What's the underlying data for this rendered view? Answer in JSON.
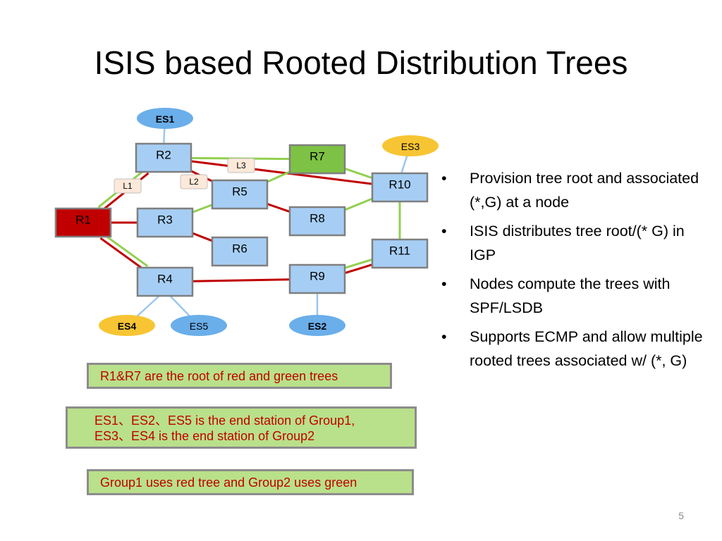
{
  "slide": {
    "title": "ISIS based Rooted Distribution Trees",
    "page_number": "5"
  },
  "colors": {
    "red_tree": "#c00000",
    "green_tree": "#92d050",
    "router_fill": "#a6cef5",
    "root_red_fill": "#c00000",
    "root_green_fill": "#7dc244",
    "station_blue": "#6aaeea",
    "station_yellow": "#f7c533",
    "note_fill": "#b9e08a"
  },
  "diagram": {
    "routers": [
      {
        "id": "R1",
        "label": "R1",
        "role": "red-root"
      },
      {
        "id": "R2",
        "label": "R2",
        "role": "router"
      },
      {
        "id": "R3",
        "label": "R3",
        "role": "router"
      },
      {
        "id": "R4",
        "label": "R4",
        "role": "router"
      },
      {
        "id": "R5",
        "label": "R5",
        "role": "router"
      },
      {
        "id": "R6",
        "label": "R6",
        "role": "router"
      },
      {
        "id": "R7",
        "label": "R7",
        "role": "green-root"
      },
      {
        "id": "R8",
        "label": "R8",
        "role": "router"
      },
      {
        "id": "R9",
        "label": "R9",
        "role": "router"
      },
      {
        "id": "R10",
        "label": "R10",
        "role": "router"
      },
      {
        "id": "R11",
        "label": "R11",
        "role": "router"
      }
    ],
    "end_stations": [
      {
        "id": "ES1",
        "label": "ES1",
        "color": "blue",
        "bold": true,
        "attached_to": "R2"
      },
      {
        "id": "ES2",
        "label": "ES2",
        "color": "blue",
        "bold": true,
        "attached_to": "R9"
      },
      {
        "id": "ES3",
        "label": "ES3",
        "color": "yellow",
        "bold": false,
        "attached_to": "R10"
      },
      {
        "id": "ES4",
        "label": "ES4",
        "color": "yellow",
        "bold": true,
        "attached_to": "R4"
      },
      {
        "id": "ES5",
        "label": "ES5",
        "color": "blue",
        "bold": false,
        "attached_to": "R4"
      }
    ],
    "link_labels": [
      "L1",
      "L2",
      "L3"
    ],
    "links": [
      {
        "from": "R1",
        "to": "R2",
        "tree": "both",
        "label": "L1"
      },
      {
        "from": "R1",
        "to": "R3",
        "tree": "red"
      },
      {
        "from": "R1",
        "to": "R4",
        "tree": "both"
      },
      {
        "from": "R2",
        "to": "R5",
        "tree": "red",
        "label": "L2"
      },
      {
        "from": "R2",
        "to": "R7",
        "tree": "green",
        "label": "L3"
      },
      {
        "from": "R2",
        "to": "R10",
        "tree": "red"
      },
      {
        "from": "R3",
        "to": "R5",
        "tree": "green"
      },
      {
        "from": "R3",
        "to": "R6",
        "tree": "red"
      },
      {
        "from": "R5",
        "to": "R7",
        "tree": "green"
      },
      {
        "from": "R5",
        "to": "R8",
        "tree": "red"
      },
      {
        "from": "R7",
        "to": "R10",
        "tree": "green"
      },
      {
        "from": "R8",
        "to": "R10",
        "tree": "green"
      },
      {
        "from": "R4",
        "to": "R9",
        "tree": "red"
      },
      {
        "from": "R9",
        "to": "R11",
        "tree": "both"
      },
      {
        "from": "R10",
        "to": "R11",
        "tree": "green"
      }
    ]
  },
  "bullets": [
    "Provision tree root and associated (*,G) at a node",
    "ISIS distributes tree root/(* G) in IGP",
    "Nodes compute the trees with SPF/LSDB",
    "Supports ECMP and allow multiple rooted trees associated w/ (*, G)"
  ],
  "notes": {
    "roots": "R1&R7 are the root of red and green trees",
    "groups_line1": "ES1、ES2、ES5 is the end station of Group1,",
    "groups_line2": "ES3、ES4 is the end station of Group2",
    "usage": "Group1 uses red tree and Group2 uses green"
  }
}
